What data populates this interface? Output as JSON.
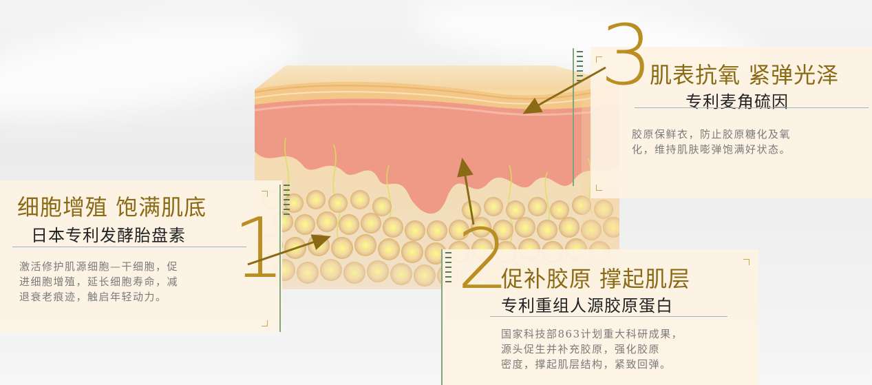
{
  "features": [
    {
      "number": "1",
      "title": "细胞增殖  饱满肌底",
      "subtitle": "日本专利发酵胎盘素",
      "description": [
        "激活修护肌源细胞—干细胞，促",
        "进细胞增殖，延长细胞寿命，减",
        "退衰老痕迹，触启年轻动力。"
      ]
    },
    {
      "number": "2",
      "title": "促补胶原  撑起肌层",
      "subtitle": "专利重组人源胶原蛋白",
      "description": [
        "国家科技部863计划重大科研成果，",
        "源头促生并补充胶原，强化胶原",
        "密度，撑起肌层结构，紧致回弹。"
      ]
    },
    {
      "number": "3",
      "title": "肌表抗氧  紧弹光泽",
      "subtitle": "专利麦角硫因",
      "description": [
        "胶原保鲜衣，防止胶原糖化及氧",
        "化，维持肌肤嘭弹饱满好状态。"
      ]
    }
  ],
  "colors": {
    "accent_gold": "#b98f23",
    "title_gold": "#8a6a14",
    "panel_bg": "#fdf3e4",
    "dermis_pink": "#ef9a86"
  }
}
